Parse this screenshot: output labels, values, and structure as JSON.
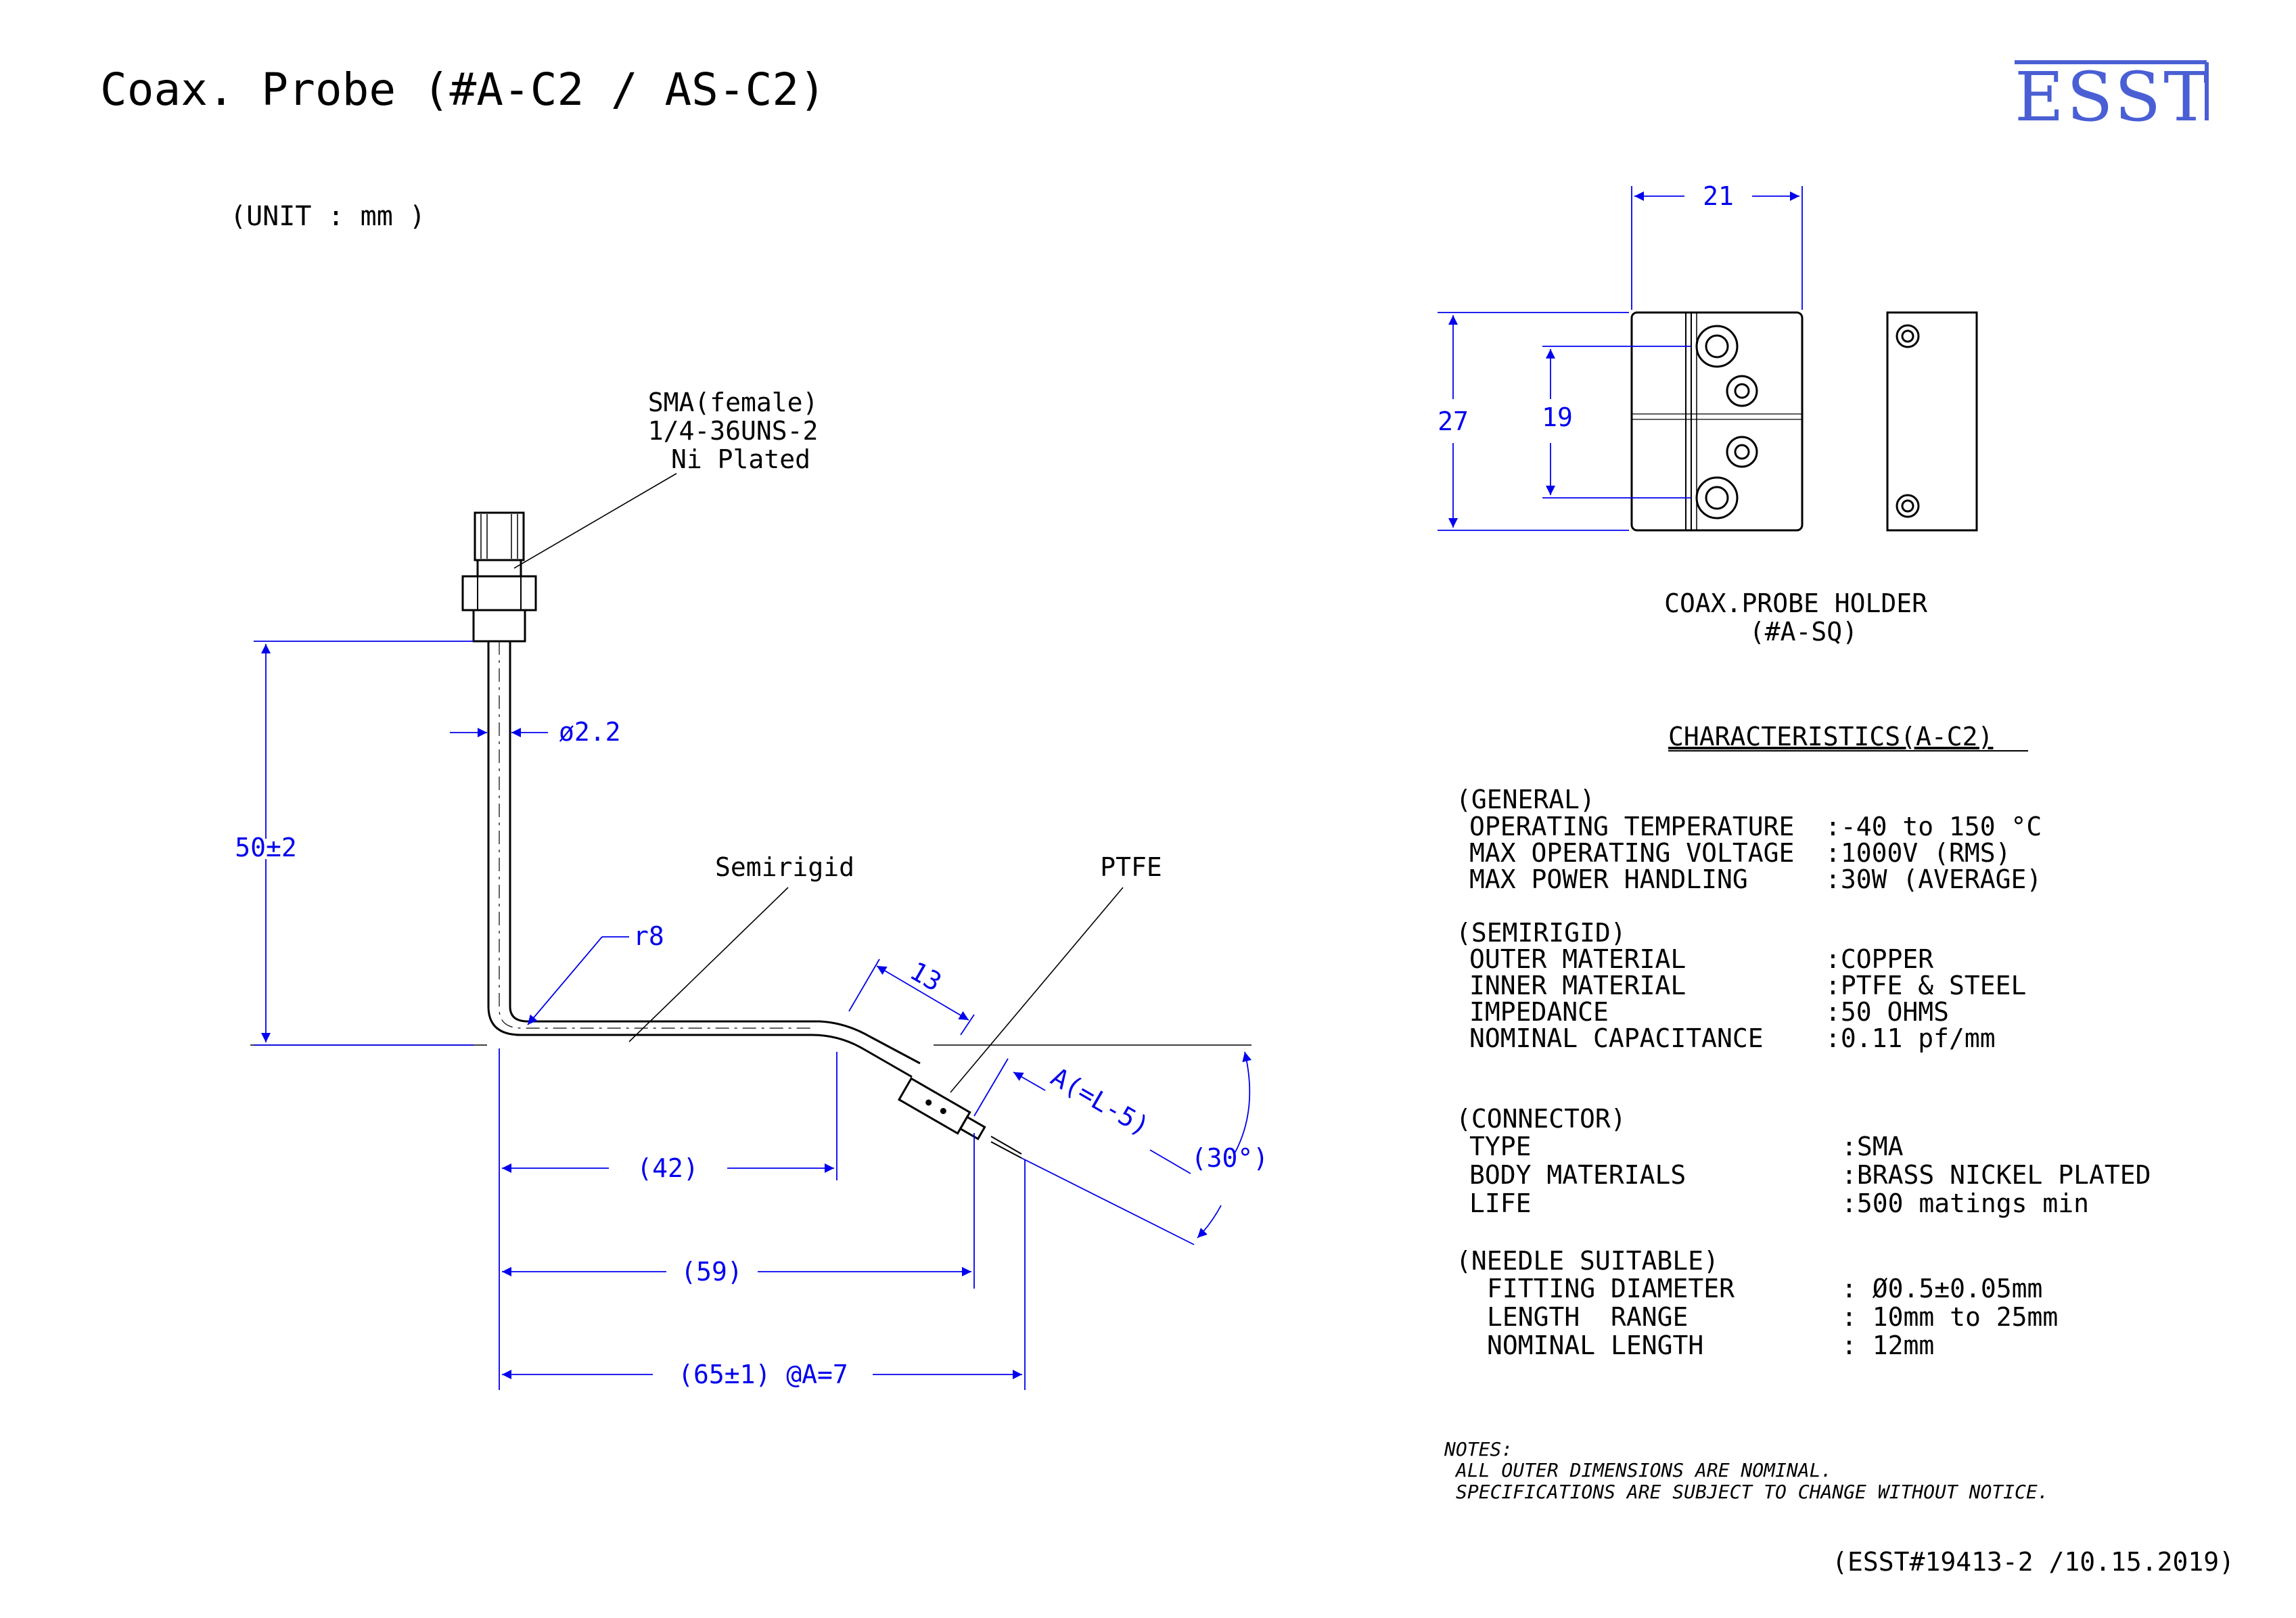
{
  "header": {
    "title": "Coax. Probe (#A-C2 / AS-C2)",
    "unit": "(UNIT : mm )",
    "logo_text": "ESST"
  },
  "probe": {
    "connector_label": [
      "SMA(female)",
      "1/4-36UNS-2",
      "Ni Plated"
    ],
    "semirigid_label": "Semirigid",
    "ptfe_label": "PTFE",
    "dims": {
      "height": "50±2",
      "diameter": "ø2.2",
      "radius": "r8",
      "d42": "(42)",
      "d59": "(59)",
      "d65": "(65±1) @A=7",
      "d13": "13",
      "needle": "A(=L-5)",
      "angle": "(30°)"
    }
  },
  "holder": {
    "width": "21",
    "height": "27",
    "pitch": "19",
    "title": "COAX.PROBE HOLDER",
    "part": "(#A-SQ)"
  },
  "characteristics": {
    "title": "CHARACTERISTICS(A-C2)",
    "general": {
      "heading": "(GENERAL)",
      "rows": [
        {
          "label": "OPERATING TEMPERATURE",
          "value": ":-40 to 150 °C"
        },
        {
          "label": "MAX OPERATING VOLTAGE",
          "value": ":1000V (RMS)"
        },
        {
          "label": "MAX POWER HANDLING",
          "value": ":30W (AVERAGE)"
        }
      ]
    },
    "semirigid": {
      "heading": "(SEMIRIGID)",
      "rows": [
        {
          "label": "OUTER MATERIAL",
          "value": ":COPPER"
        },
        {
          "label": "INNER MATERIAL",
          "value": ":PTFE & STEEL"
        },
        {
          "label": "IMPEDANCE",
          "value": ":50 OHMS"
        },
        {
          "label": "NOMINAL CAPACITANCE",
          "value": ":0.11 pf/mm"
        }
      ]
    },
    "connector": {
      "heading": "(CONNECTOR)",
      "rows": [
        {
          "label": "TYPE",
          "value": ":SMA"
        },
        {
          "label": "BODY MATERIALS",
          "value": ":BRASS NICKEL PLATED"
        },
        {
          "label": "LIFE",
          "value": ":500 matings min"
        }
      ]
    },
    "needle": {
      "heading": "(NEEDLE SUITABLE)",
      "rows": [
        {
          "label": "FITTING DIAMETER",
          "value": ": Ø0.5±0.05mm"
        },
        {
          "label": "LENGTH  RANGE",
          "value": ": 10mm to 25mm"
        },
        {
          "label": "NOMINAL LENGTH",
          "value": ": 12mm"
        }
      ]
    }
  },
  "notes": {
    "heading": "NOTES:",
    "lines": [
      "ALL OUTER DIMENSIONS ARE NOMINAL.",
      "SPECIFICATIONS ARE SUBJECT TO CHANGE WITHOUT NOTICE."
    ]
  },
  "doc_ref": "(ESST#19413-2 /10.15.2019)",
  "colors": {
    "dimension": "#0000ee",
    "logo": "#4a5fd4",
    "line": "#000000"
  }
}
